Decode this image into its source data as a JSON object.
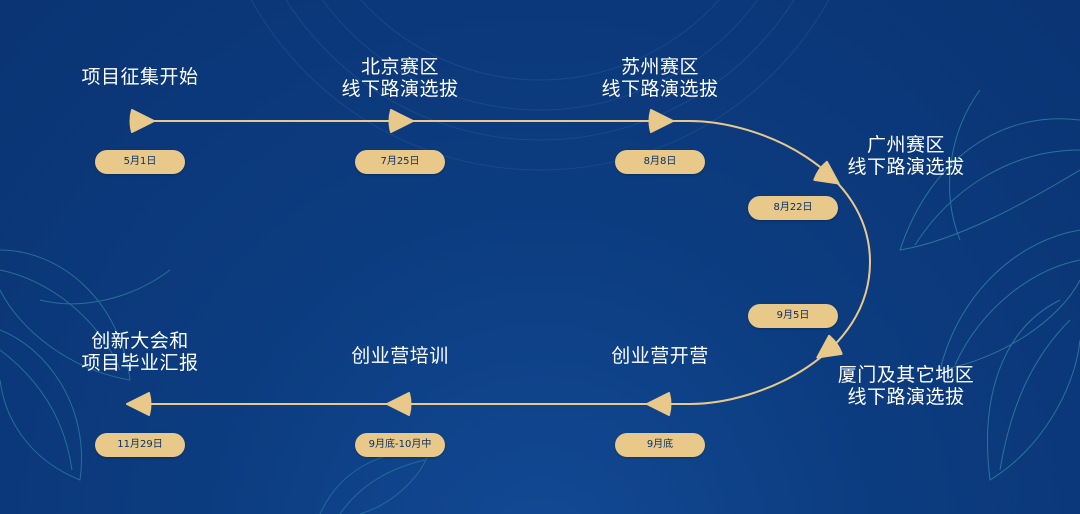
{
  "colors": {
    "background": "#0c3a7e",
    "line": "#e8c98a",
    "pill": "#e8c98a",
    "pill_text": "#0b2f66",
    "label_text": "#ffffff",
    "leaf": "#3fa6b4"
  },
  "milestones": [
    {
      "id": "start",
      "lines": [
        "项目征集开始"
      ],
      "date": "5月1日"
    },
    {
      "id": "beijing",
      "lines": [
        "北京赛区",
        "线下路演选拔"
      ],
      "date": "7月25日"
    },
    {
      "id": "suzhou",
      "lines": [
        "苏州赛区",
        "线下路演选拔"
      ],
      "date": "8月8日"
    },
    {
      "id": "guangzhou",
      "lines": [
        "广州赛区",
        "线下路演选拔"
      ],
      "date": "8月22日"
    },
    {
      "id": "xiamen",
      "lines": [
        "厦门及其它地区",
        "线下路演选拔"
      ],
      "date": "9月5日"
    },
    {
      "id": "camp-open",
      "lines": [
        "创业营开营"
      ],
      "date": "9月底"
    },
    {
      "id": "camp-training",
      "lines": [
        "创业营培训"
      ],
      "date": "9月底-10月中"
    },
    {
      "id": "final",
      "lines": [
        "创新大会和",
        "项目毕业汇报"
      ],
      "date": "11月29日"
    }
  ]
}
